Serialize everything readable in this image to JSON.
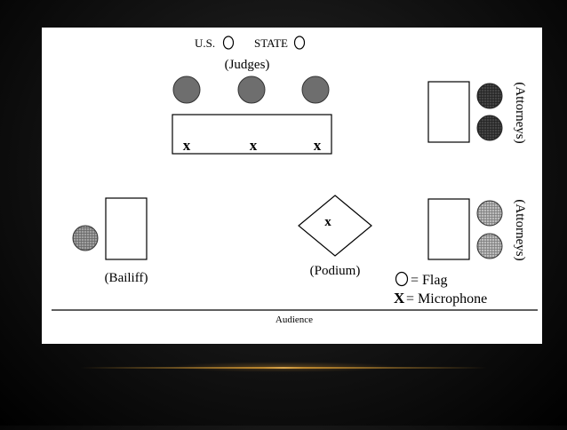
{
  "diagram": {
    "flags": {
      "us_label": "U.S.",
      "state_label": "STATE"
    },
    "judges_label": "(Judges)",
    "attorneys_label_top": "(Attorneys)",
    "attorneys_label_bottom": "(Attorneys)",
    "bailiff_label": "(Bailiff)",
    "podium_label": "(Podium)",
    "audience_label": "Audience",
    "microphone_mark": "x",
    "legend": {
      "flag_text": "= Flag",
      "microphone_symbol": "X",
      "microphone_text": "= Microphone"
    },
    "colors": {
      "judge_fill": "#6e6e6e",
      "attorney_top_fill": "#555555",
      "attorney_bottom_fill": "#a8a8a8",
      "bailiff_fill": "#8c8c8c",
      "paper": "#ffffff",
      "ink": "#000000"
    }
  }
}
